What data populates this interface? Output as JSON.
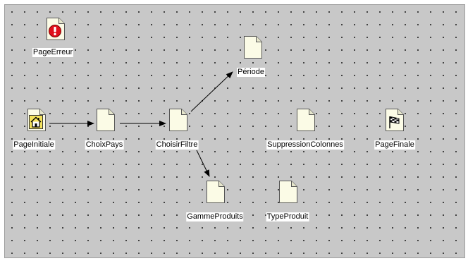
{
  "nodes": {
    "page_erreur": {
      "label": "PageErreur",
      "icon": "error-icon"
    },
    "periode": {
      "label": "Période",
      "icon": "page-icon"
    },
    "page_initiale": {
      "label": "PageInitiale",
      "icon": "home-icon"
    },
    "choix_pays": {
      "label": "ChoixPays",
      "icon": "page-icon"
    },
    "choisir_filtre": {
      "label": "ChoisirFiltre",
      "icon": "page-icon"
    },
    "suppression_colonnes": {
      "label": "SuppressionColonnes",
      "icon": "page-icon"
    },
    "page_finale": {
      "label": "PageFinale",
      "icon": "checkered-flag-icon"
    },
    "gamme_produits": {
      "label": "GammeProduits",
      "icon": "page-icon"
    },
    "type_produit": {
      "label": "TypeProduit",
      "icon": "page-icon"
    }
  },
  "edges": [
    {
      "from": "PageInitiale",
      "to": "ChoixPays"
    },
    {
      "from": "ChoixPays",
      "to": "ChoisirFiltre"
    },
    {
      "from": "ChoisirFiltre",
      "to": "Période"
    },
    {
      "from": "ChoisirFiltre",
      "to": "GammeProduits"
    }
  ],
  "colors": {
    "canvas": "#c8c8c8",
    "page_fill": "#fbfbe6",
    "error_red": "#e0101a",
    "home_yellow": "#f4e25c"
  }
}
